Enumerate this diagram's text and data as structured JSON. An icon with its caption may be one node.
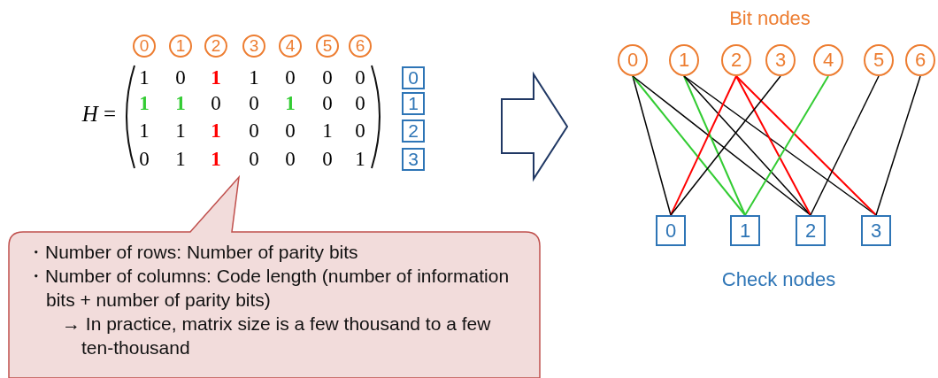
{
  "diagram": {
    "nodes": [
      {
        "text": [
          "0"
        ]
      },
      {
        "text": [
          "1"
        ]
      },
      {
        "text": [
          "2"
        ]
      },
      {
        "text": [
          "3"
        ]
      },
      {
        "text": [
          "4"
        ]
      },
      {
        "text": [
          "5"
        ]
      },
      {
        "text": [
          "6"
        ]
      },
      {
        "text": [
          "0"
        ]
      },
      {
        "text": [
          "1"
        ]
      },
      {
        "text": [
          "2"
        ]
      },
      {
        "text": [
          "3"
        ]
      },
      {
        "text": [
          "・Number of rows: Number of parity bits",
          "・Number of columns: Code length (number of information bits + number of parity bits)",
          "→ In practice, matrix size is a few thousand to a few ten-thousand"
        ]
      },
      {
        "text": [
          "0"
        ]
      },
      {
        "text": [
          "1"
        ]
      },
      {
        "text": [
          "2"
        ]
      },
      {
        "text": [
          "3"
        ]
      },
      {
        "text": [
          "4"
        ]
      },
      {
        "text": [
          "5"
        ]
      },
      {
        "text": [
          "6"
        ]
      },
      {
        "text": [
          "0"
        ]
      },
      {
        "text": [
          "1"
        ]
      },
      {
        "text": [
          "2"
        ]
      },
      {
        "text": [
          "3"
        ]
      }
    ],
    "edges": [
      {
        "from": 12,
        "to": 19,
        "arrow": "none"
      },
      {
        "from": 12,
        "to": 20,
        "arrow": "none",
        "color": "#33cc33"
      },
      {
        "from": 12,
        "to": 21,
        "arrow": "none"
      },
      {
        "from": 13,
        "to": 20,
        "arrow": "none",
        "color": "#33cc33"
      },
      {
        "from": 13,
        "to": 21,
        "arrow": "none"
      },
      {
        "from": 13,
        "to": 22,
        "arrow": "none"
      },
      {
        "from": 14,
        "to": 19,
        "arrow": "none",
        "color": "#ff0000"
      },
      {
        "from": 14,
        "to": 21,
        "arrow": "none",
        "color": "#ff0000"
      },
      {
        "from": 14,
        "to": 22,
        "arrow": "none",
        "color": "#ff0000"
      },
      {
        "from": 15,
        "to": 19,
        "arrow": "none"
      },
      {
        "from": 16,
        "to": 20,
        "arrow": "none",
        "color": "#33cc33"
      },
      {
        "from": 17,
        "to": 21,
        "arrow": "none"
      },
      {
        "from": 18,
        "to": 22,
        "arrow": "none"
      }
    ],
    "labels": [
      "*H* =",
      "1",
      "0",
      "1",
      "1",
      "0",
      "0",
      "0",
      "1",
      "1",
      "0",
      "0",
      "1",
      "0",
      "0",
      "1",
      "1",
      "1",
      "0",
      "0",
      "1",
      "0",
      "0",
      "1",
      "1",
      "0",
      "0",
      "0",
      "1",
      "Bit nodes",
      "Check nodes"
    ]
  }
}
